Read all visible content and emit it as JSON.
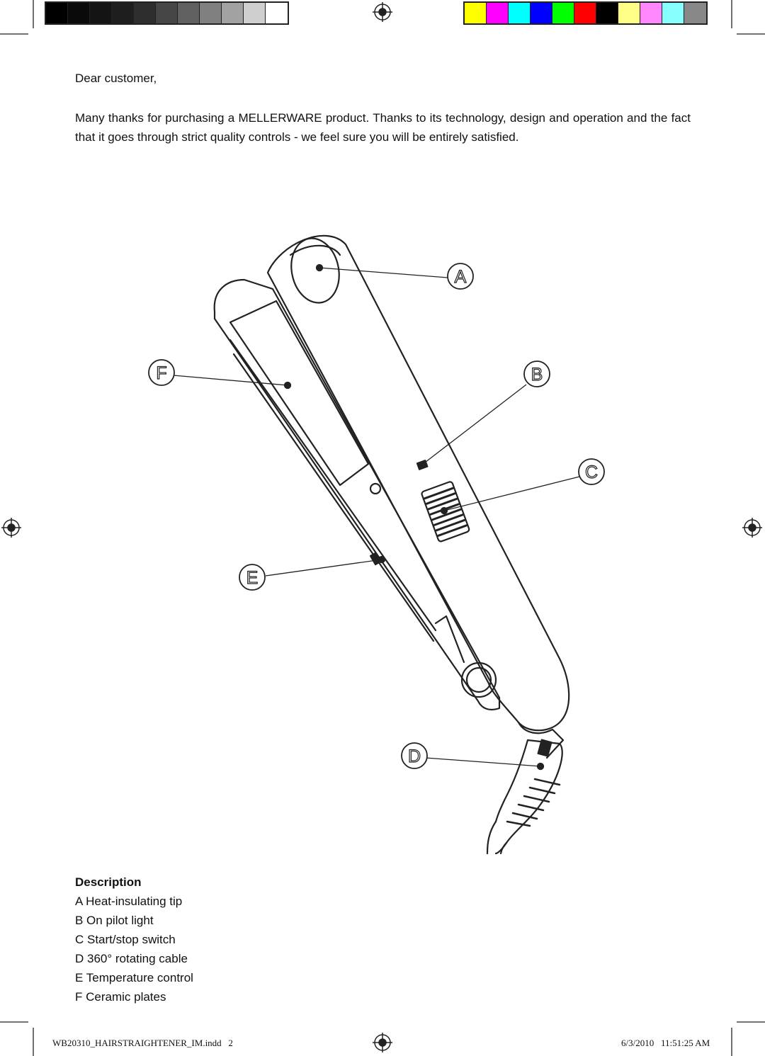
{
  "document": {
    "greeting": "Dear customer,",
    "intro": "Many thanks for purchasing a MELLERWARE product. Thanks to its technology, design and operation and the fact that it goes through strict quality controls - we feel sure you will be entirely satisfied."
  },
  "figure": {
    "callouts": {
      "a": "A",
      "b": "B",
      "c": "C",
      "d": "D",
      "e": "E",
      "f": "F"
    }
  },
  "description": {
    "title": "Description",
    "items": [
      "A Heat-insulating tip",
      "B On pilot light",
      "C Start/stop switch",
      "D 360° rotating cable",
      "E Temperature control",
      "F Ceramic plates"
    ]
  },
  "footer": {
    "file": "WB20310_HAIRSTRAIGHTENER_IM.indd   2",
    "datetime": "6/3/2010   11:51:25 AM"
  },
  "print_marks": {
    "gray_swatches": [
      "#000000",
      "#0a0a0a",
      "#141414",
      "#1e1e1e",
      "#2e2e2e",
      "#464646",
      "#606060",
      "#808080",
      "#a2a2a2",
      "#cfcfcf",
      "#ffffff"
    ],
    "color_swatches": [
      "#ffff00",
      "#ff00ff",
      "#00ffff",
      "#0000ff",
      "#00ff00",
      "#ff0000",
      "#000000",
      "#ffff88",
      "#ff88ff",
      "#88ffff",
      "#888888"
    ]
  }
}
